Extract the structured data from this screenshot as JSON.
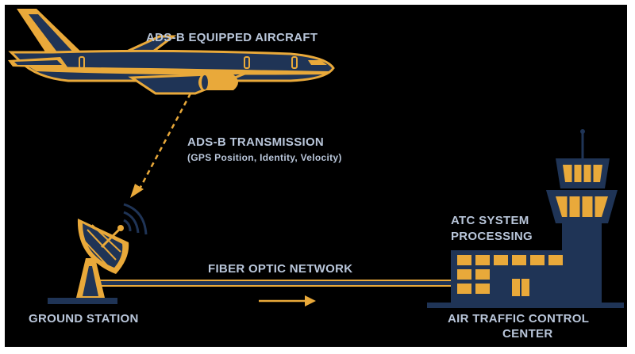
{
  "labels": {
    "aircraft": "ADS-B EQUIPPED AIRCRAFT",
    "transmission": "ADS-B TRANSMISSION",
    "transmission_detail": "(GPS Position, Identity, Velocity)",
    "processing_line1": "ATC SYSTEM",
    "processing_line2": "PROCESSING",
    "network": "FIBER OPTIC NETWORK",
    "ground_station": "GROUND STATION",
    "atc_line1": "AIR TRAFFIC CONTROL",
    "atc_line2": "CENTER"
  },
  "colors": {
    "navy": "#1f3456",
    "gold": "#e9a93a",
    "label": "#b9c6da",
    "background": "#000000"
  }
}
